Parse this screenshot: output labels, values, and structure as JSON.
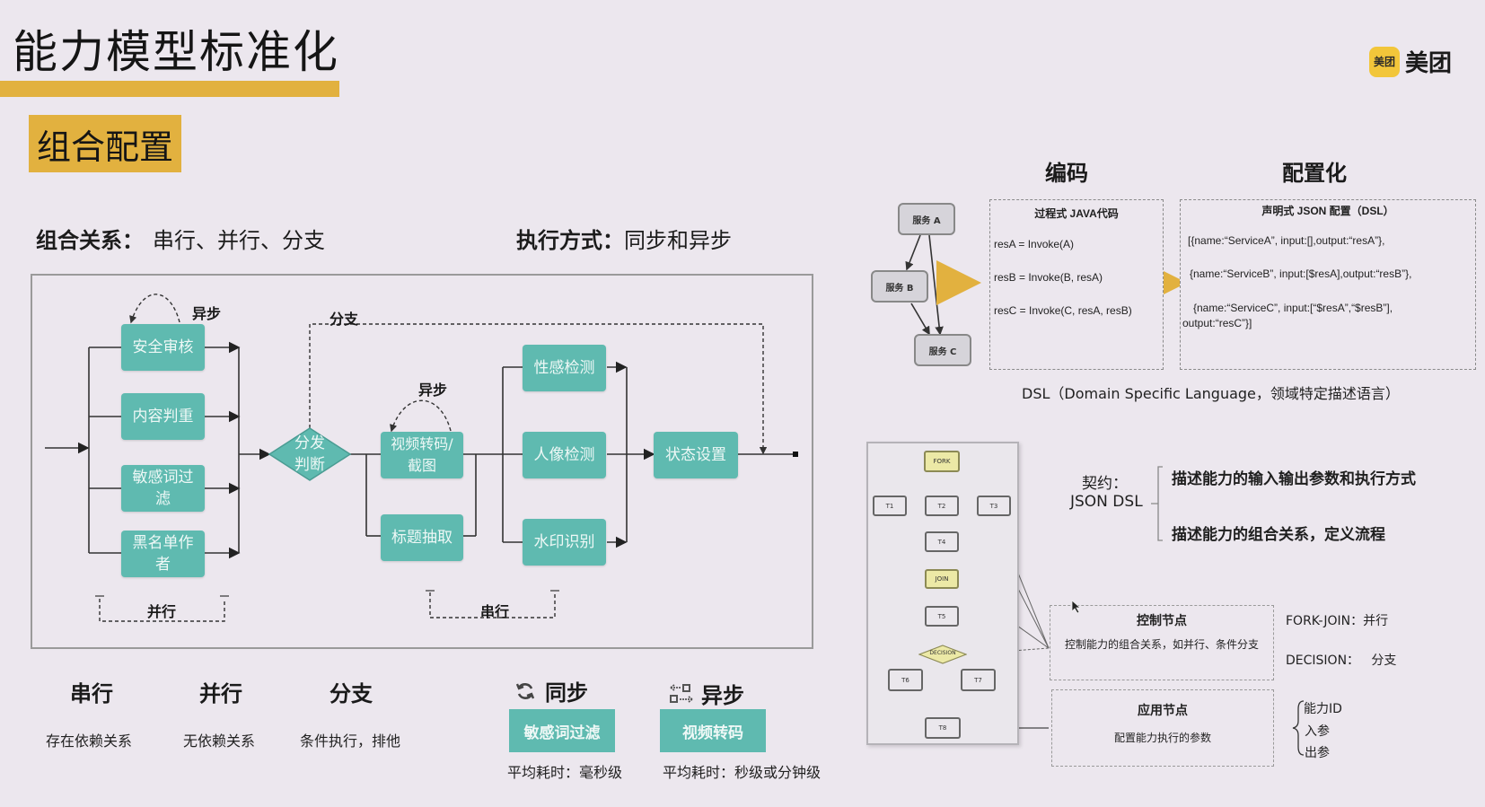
{
  "header": {
    "title": "能力模型标准化",
    "section_tag": "组合配置",
    "logo_badge": "美团",
    "logo_text": "美团"
  },
  "subheads": {
    "combo_label": "组合关系：",
    "combo_value": "串行、并行、分支",
    "exec_label": "执行方式：",
    "exec_value": "同步和异步"
  },
  "flow": {
    "parallel_nodes": [
      "安全审核",
      "内容判重",
      "敏感词过\n滤",
      "黑名单作\n者"
    ],
    "decision": "分发\n判断",
    "video_node": "视频转码/\n截图",
    "title_node": "标题抽取",
    "detect_nodes": [
      "性感检测",
      "人像检测",
      "水印识别"
    ],
    "status_node": "状态设置",
    "labels": {
      "async_1": "异步",
      "async_2": "异步",
      "branch": "分支",
      "parallel": "并行",
      "serial": "串行"
    }
  },
  "relations": [
    {
      "title": "串行",
      "desc": "存在依赖关系"
    },
    {
      "title": "并行",
      "desc": "无依赖关系"
    },
    {
      "title": "分支",
      "desc": "条件执行，排他"
    }
  ],
  "modes": [
    {
      "icon": "sync-icon",
      "title": "同步",
      "example": "敏感词过滤",
      "latency": "平均耗时：毫秒级"
    },
    {
      "icon": "async-icon",
      "title": "异步",
      "example": "视频转码",
      "latency": "平均耗时：秒级或分钟级"
    }
  ],
  "coding": {
    "col_coding": "编码",
    "col_config": "配置化",
    "services": [
      "服务 A",
      "服务 B",
      "服务 C"
    ],
    "java_caption": "过程式 JAVA代码",
    "java_lines": [
      "resA = Invoke(A)",
      "resB = Invoke(B, resA)",
      "resC = Invoke(C, resA, resB)"
    ],
    "json_caption": "声明式 JSON 配置（DSL）",
    "json_lines": [
      "[{name:“ServiceA”, input:[],output:“resA”},",
      "{name:“ServiceB”, input:[$resA],output:“resB”},",
      "{name:“ServiceC”, input:[“$resA”,“$resB”],",
      "output:“resC”}]"
    ],
    "dsl_caption": "DSL（Domain Specific Language，领域特定描述语言）"
  },
  "workflow": {
    "nodes": {
      "fork": "FORK",
      "t1": "T1",
      "t2": "T2",
      "t3": "T3",
      "t4": "T4",
      "join": "JOIN",
      "t5": "T5",
      "decision": "DECISION",
      "t6": "T6",
      "t7": "T7",
      "t8": "T8"
    }
  },
  "contract": {
    "label_1": "契约：",
    "label_2": "JSON DSL",
    "items": [
      "描述能力的输入输出参数和执行方式",
      "描述能力的组合关系，定义流程"
    ]
  },
  "node_types": {
    "control": {
      "title": "控制节点",
      "desc": "控制能力的组合关系，如并行、条件分支"
    },
    "apply": {
      "title": "应用节点",
      "desc": "配置能力执行的参数"
    },
    "control_notes": [
      "FORK-JOIN：并行",
      "DECISION：   分支"
    ],
    "apply_notes": [
      "能力ID",
      "入参",
      "出参"
    ]
  },
  "colors": {
    "accent_yellow": "#e2b13f",
    "node_teal": "#5fbab0",
    "background": "#ece7ee"
  }
}
